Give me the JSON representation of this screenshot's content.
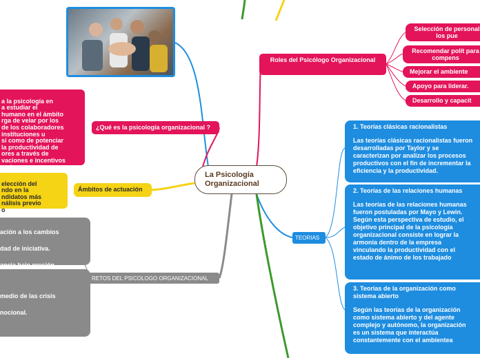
{
  "central": {
    "title": "La Psicología Organizacional"
  },
  "image": {
    "description_icon": "team-hands-photo-icon"
  },
  "colors": {
    "pink": "#e3145a",
    "blue": "#1e8de0",
    "gray": "#8a8a8a",
    "yellow": "#f5d315",
    "green": "#3a9a2a"
  },
  "que_es": {
    "label": "¿Qué es la psicología organizacional  ?",
    "detail": "a la psicología en\na estudiar el\nhumano en el ámbito\nrga de velar por los\nde los colaboradores\ninstituciones u\nsí como de potenciar\nla productividad de\nores a través de\nvaciones e incentivos\nvadores"
  },
  "ambitos": {
    "label": "Ámbitos de actuación",
    "detail": "elección del\nndo en la\nndidatos más\nnálisis previo\no"
  },
  "retos": {
    "label": "RETOS DEL PSICOLOGO ORGANIZACIONAL",
    "detail1": "ación a los cambios\n\ndad de iniciativa.\n\nancia bajo presión\nción.",
    "detail2": "medio de las crisis\n\nnocional."
  },
  "roles": {
    "label": "Roles del Psicólogo Organizacional",
    "items": [
      "Selección de personal los pue",
      "Recomendar polít para compens",
      "Mejorar el ambiente",
      "Apoyo para liderar.",
      "Desarrollo y capacit"
    ]
  },
  "teorias": {
    "label": "TEORIAS",
    "items": [
      {
        "title": "1. Teorías clásicas racionalistas",
        "body": "Las teorías clásicas racionalistas fueron desarrolladas por Taylor y se caracterizan por analizar los procesos productivos con el fin de incrementar la eficiencia y la productividad."
      },
      {
        "title": "2. Teorías de las relaciones humanas",
        "body": "Las teorías de las relaciones humanas fueron postuladas por Mayo y Lewin. Según esta perspectiva de estudio, el objetivo principal de la psicología organizacional consiste en lograr la armonía dentro de la empresa vinculando la productividad con el estado de ánimo de los trabajado"
      },
      {
        "title": "3. Teorías de la organización como sistema abierto",
        "body": "Según las teorías de la organización como sistema abierto y del agente complejo y autónomo, la organización es un sistema que interactúa constantemente con el ambientea"
      }
    ]
  }
}
